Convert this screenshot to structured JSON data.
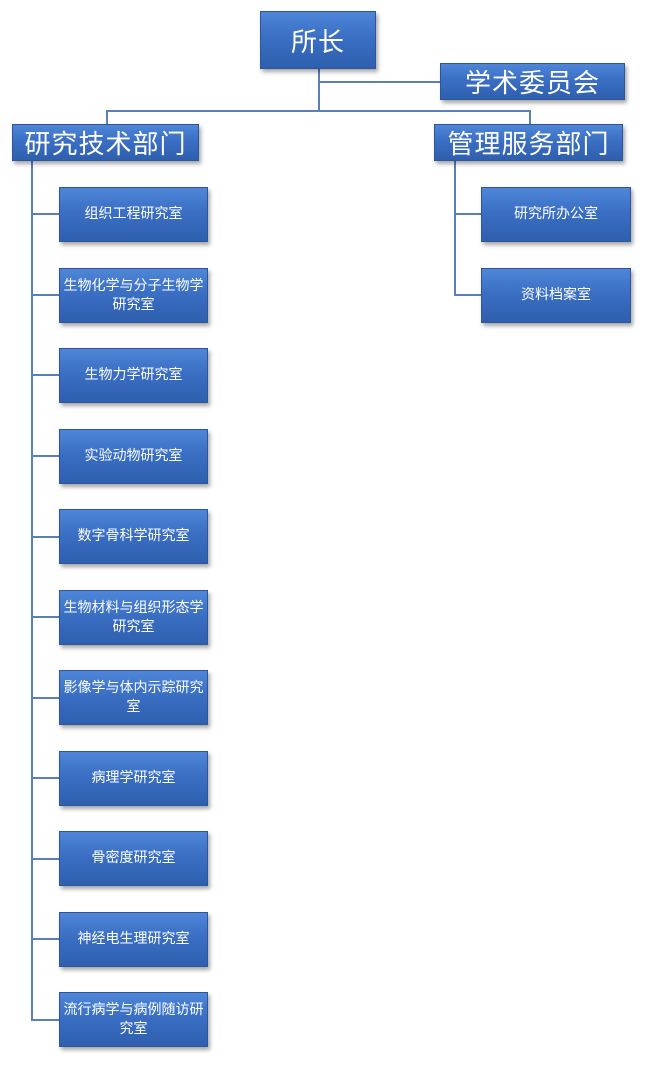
{
  "top": {
    "director": "所长",
    "committee": "学术委员会"
  },
  "departments": {
    "research": {
      "title": "研究技术部门",
      "labs": [
        "组织工程研究室",
        "生物化学与分子生物学研究室",
        "生物力学研究室",
        "实验动物研究室",
        "数字骨科学研究室",
        "生物材料与组织形态学研究室",
        "影像学与体内示踪研究室",
        "病理学研究室",
        "骨密度研究室",
        "神经电生理研究室",
        "流行病学与病例随访研究室"
      ]
    },
    "admin": {
      "title": "管理服务部门",
      "offices": [
        "研究所办公室",
        "资料档案室"
      ]
    }
  },
  "colors": {
    "box": "#3a6fc4",
    "line": "#5b7fb8"
  }
}
